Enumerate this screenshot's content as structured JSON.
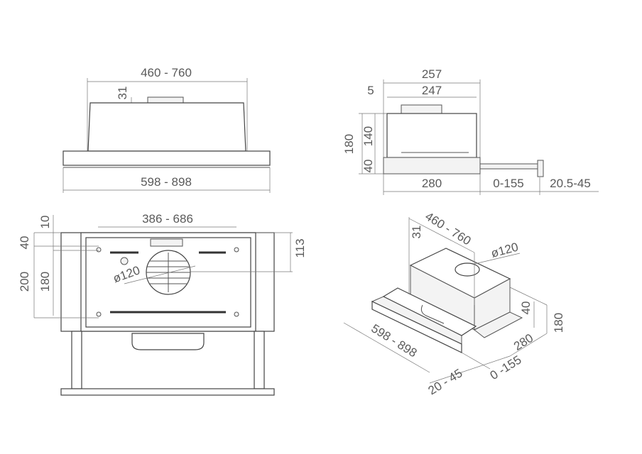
{
  "front_view": {
    "width_range": "460 - 760",
    "top_box_height": "31",
    "panel_width": "598 - 898"
  },
  "side_view": {
    "total_depth": "257",
    "body_depth": "247",
    "offset": "5",
    "total_height": "180",
    "body_height": "140",
    "panel_height": "40",
    "panel_depth": "280",
    "extension": "0-155",
    "handle": "20.5-45"
  },
  "bottom_view": {
    "hole_spacing": "386 - 686",
    "top_offset": "10",
    "offset_40": "40",
    "outer_height": "200",
    "hole_height": "180",
    "outlet_offset": "113",
    "outlet_diameter": "ø120"
  },
  "iso_view": {
    "width_range": "460 - 760",
    "top_box_height": "31",
    "outlet_diameter": "ø120",
    "panel_height": "40",
    "total_height": "180",
    "depth": "280",
    "panel_width": "598 - 898",
    "handle": "20 - 45",
    "extension": "0 -155"
  }
}
